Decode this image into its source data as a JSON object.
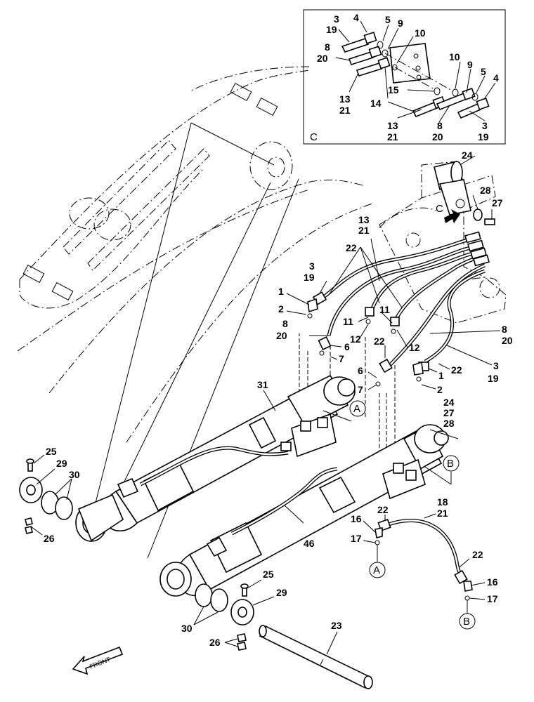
{
  "inset": {
    "label": "C"
  },
  "labels": {
    "c3": "3",
    "c19": "19",
    "c4": "4",
    "c5": "5",
    "c9": "9",
    "c10": "10",
    "c8": "8",
    "c20": "20",
    "c13": "13",
    "c21": "21",
    "c14": "14",
    "c15": "15",
    "cr10": "10",
    "cr9": "9",
    "cr5": "5",
    "cr4": "4",
    "cb13": "13",
    "cb21": "21",
    "cb8": "8",
    "cb20": "20",
    "cb3": "3",
    "cb19": "19",
    "m24": "24",
    "m28": "28",
    "m27": "27",
    "mC": "C",
    "m13": "13",
    "m21": "21",
    "m22": "22",
    "m3": "3",
    "m19": "19",
    "m1": "1",
    "m2": "2",
    "m11a": "11",
    "m12a": "12",
    "m11b": "11",
    "m8": "8",
    "m20": "20",
    "m6": "6",
    "m7": "7",
    "r8": "8",
    "r20": "20",
    "r12": "12",
    "m22b": "22",
    "m6b": "6",
    "m7b": "7",
    "r1": "1",
    "r2": "2",
    "r22": "22",
    "r3": "3",
    "r19": "19",
    "m31": "31",
    "mA": "A",
    "b24": "24",
    "b27": "27",
    "b28": "28",
    "mB": "B",
    "l25": "25",
    "l29": "29",
    "l30": "30",
    "l26": "26",
    "m46": "46",
    "h22": "22",
    "h18": "18",
    "h21": "21",
    "h16": "16",
    "h17": "17",
    "hA": "A",
    "h22b": "22",
    "h16b": "16",
    "h17b": "17",
    "hB": "B",
    "p25": "25",
    "p29": "29",
    "p30": "30",
    "p26": "26",
    "p23": "23"
  },
  "front_arrow": "FRONT"
}
